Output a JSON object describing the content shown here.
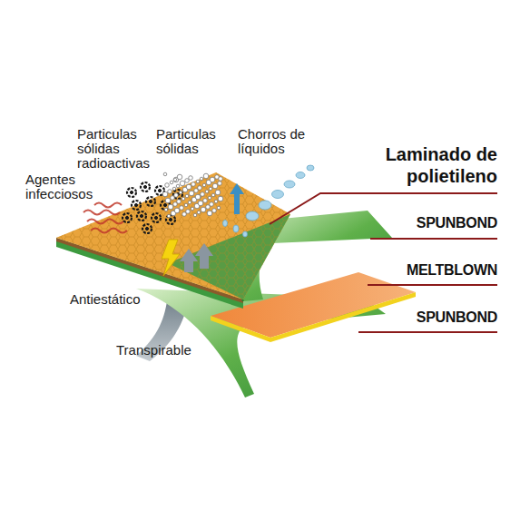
{
  "diagram": {
    "labels": [
      "Particulas sólidas radioactivas",
      "Particulas sólidas",
      "Chorros de líquidos",
      "Agentes infecciosos",
      "Laminado de polietileno",
      "SPUNBOND",
      "MELTBLOWN",
      "SPUNBOND",
      "Antiestático",
      "Transpirable"
    ]
  }
}
